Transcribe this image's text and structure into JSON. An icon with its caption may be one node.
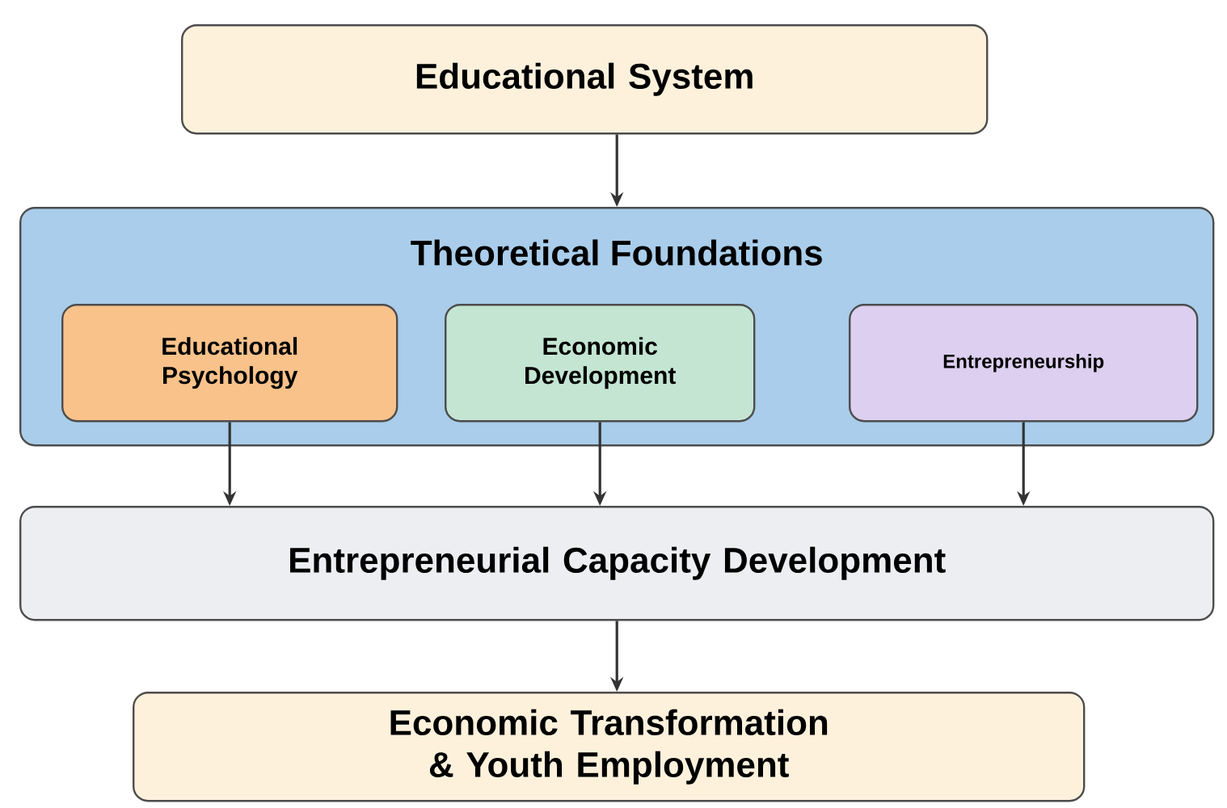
{
  "diagram": {
    "nodes": [
      {
        "text": [
          "Educational System"
        ]
      },
      {
        "text": [
          "Theoretical Foundations"
        ]
      },
      {
        "text": [
          "Educational Psychology"
        ],
        "in": 1
      },
      {
        "text": [
          "Economic Development"
        ],
        "in": 1
      },
      {
        "text": [
          "Entrepreneurship"
        ],
        "in": 1
      },
      {
        "text": [
          "Entrepreneurial Capacity Development"
        ]
      },
      {
        "text": [
          "Economic Transformation & Youth Employment"
        ]
      }
    ],
    "edges": [
      {
        "from": 0,
        "to": 1,
        "arrow": "to"
      },
      {
        "from": 2,
        "to": 5,
        "arrow": "to"
      },
      {
        "from": 3,
        "to": 5,
        "arrow": "to"
      },
      {
        "from": 4,
        "to": 5,
        "arrow": "to"
      },
      {
        "from": 5,
        "to": 6,
        "arrow": "to"
      }
    ]
  }
}
